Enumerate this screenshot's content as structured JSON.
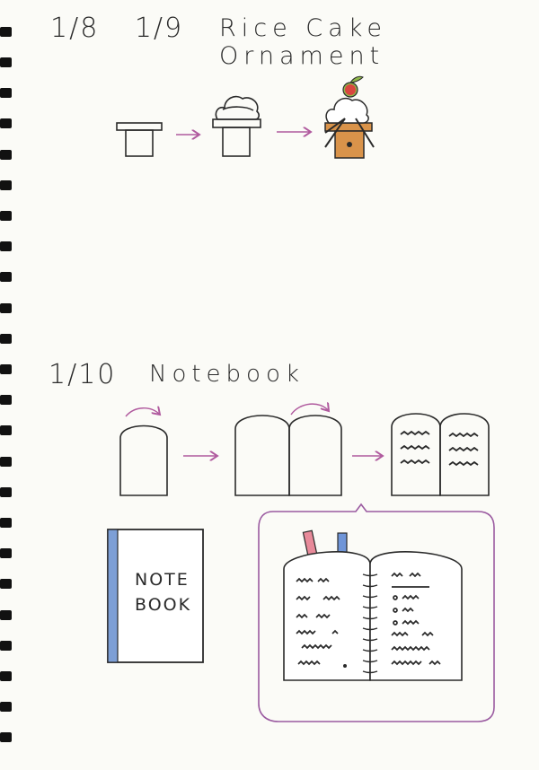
{
  "page": {
    "entries": [
      {
        "date": "1/8",
        "note": ""
      },
      {
        "date": "1/9",
        "note": ""
      },
      {
        "date": "1/10",
        "note": ""
      }
    ],
    "titles": {
      "rice_cake": "Rice Cake Ornament",
      "notebook": "Notebook"
    },
    "cover_label_line1": "NOTE",
    "cover_label_line2": "BOOK"
  },
  "colors": {
    "paper": "#fbfbf7",
    "ink": "#2a2a2a",
    "arrow": "#b05a9e",
    "accent_purple": "#9a5aa0",
    "tangerine": "#8fb84a",
    "cherry": "#d9463e",
    "stand_wood": "#d9934a",
    "spine_blue": "#7d9fd6",
    "bookmark_pink": "#e88a9a",
    "bookmark_blue": "#6f95d8"
  }
}
